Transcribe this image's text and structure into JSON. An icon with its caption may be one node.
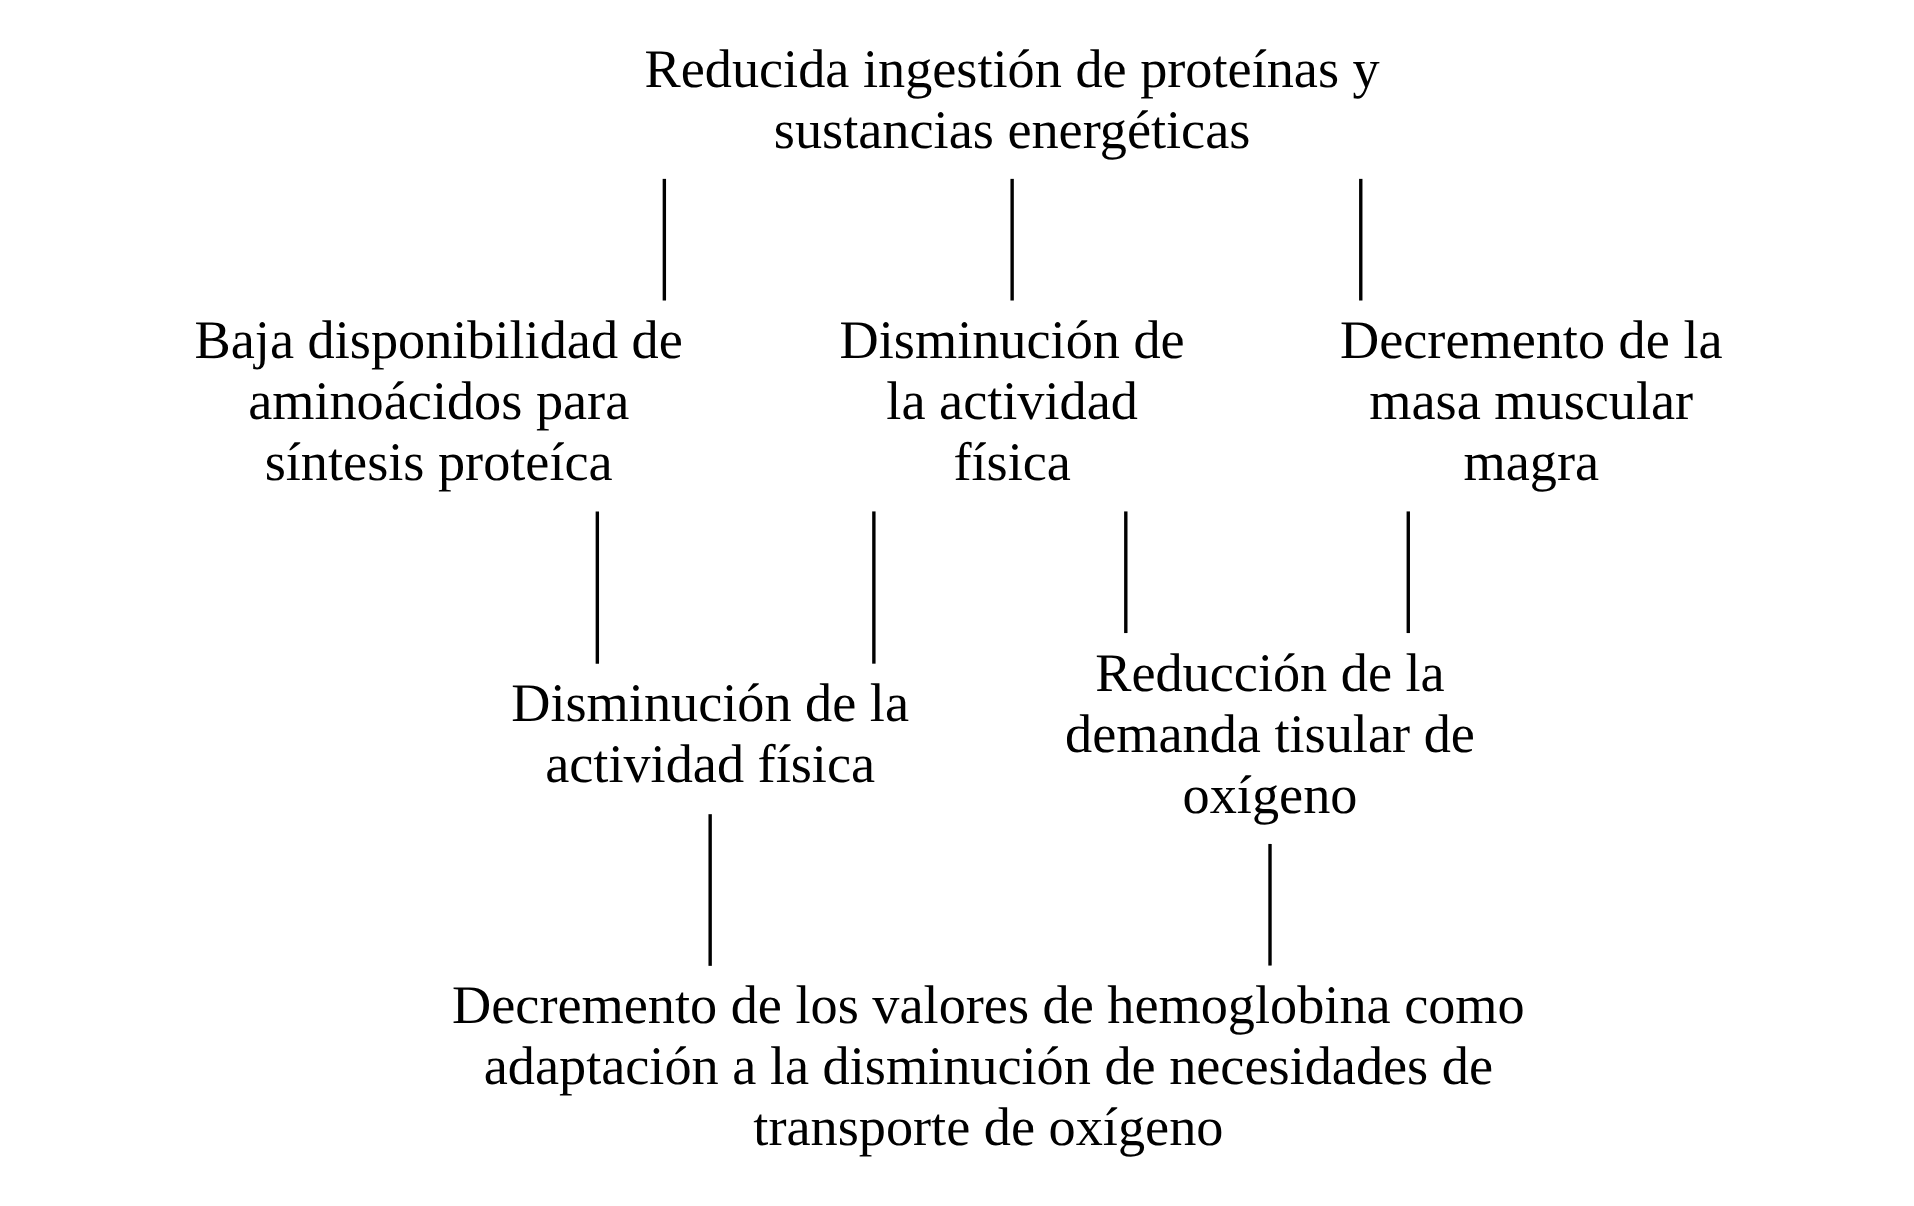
{
  "diagram": {
    "nodes": [
      {
        "text": [
          "Reducida ingestión de proteínas y sustancias energéticas"
        ]
      },
      {
        "text": [
          "Baja disponibilidad de aminoácidos para síntesis proteíca"
        ]
      },
      {
        "text": [
          "Disminución de la actividad física"
        ]
      },
      {
        "text": [
          "Decremento de la masa muscular magra"
        ]
      },
      {
        "text": [
          "Disminución de la actividad física"
        ]
      },
      {
        "text": [
          "Reducción de la demanda tisular de oxígeno"
        ]
      },
      {
        "text": [
          "Decremento de los valores de hemoglobina como adaptación a la disminución de necesidades de transporte de oxígeno"
        ]
      }
    ],
    "edges": [
      {
        "from": 0,
        "to": 1,
        "arrow": "none"
      },
      {
        "from": 0,
        "to": 2,
        "arrow": "none"
      },
      {
        "from": 0,
        "to": 3,
        "arrow": "none"
      },
      {
        "from": 1,
        "to": 4,
        "arrow": "none"
      },
      {
        "from": 2,
        "to": 4,
        "arrow": "none"
      },
      {
        "from": 2,
        "to": 5,
        "arrow": "none"
      },
      {
        "from": 3,
        "to": 5,
        "arrow": "none"
      },
      {
        "from": 4,
        "to": 6,
        "arrow": "none"
      },
      {
        "from": 5,
        "to": 6,
        "arrow": "none"
      }
    ]
  }
}
